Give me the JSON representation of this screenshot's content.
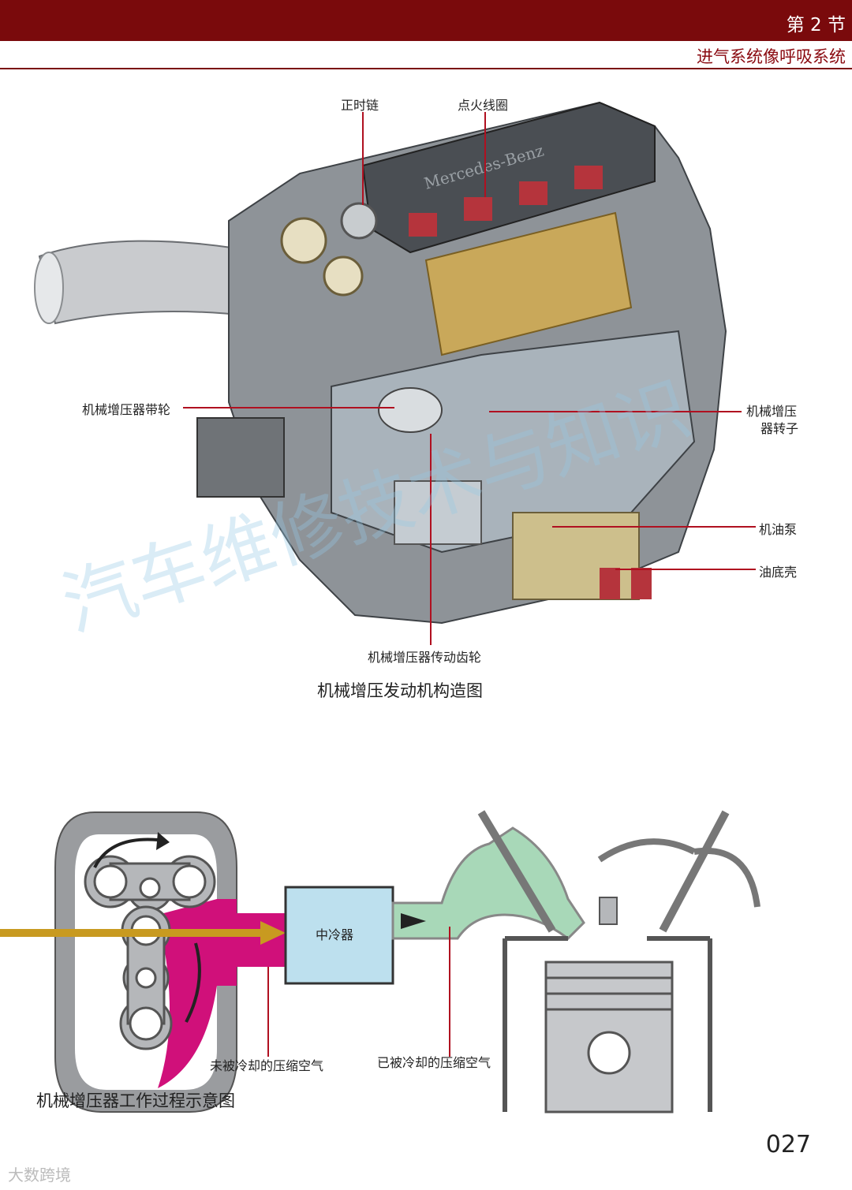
{
  "header": {
    "section": "第 2 节",
    "subtitle": "进气系统像呼吸系统"
  },
  "engine_figure": {
    "caption": "机械增压发动机构造图",
    "brand_text": "Mercedes-Benz",
    "labels": {
      "timing_chain": "正时链",
      "ignition_coil": "点火线圈",
      "sc_pulley": "机械增压器带轮",
      "sc_rotor_line1": "机械增压",
      "sc_rotor_line2": "器转子",
      "oil_pump": "机油泵",
      "oil_pan": "油底壳",
      "sc_drive_gear": "机械增压器传动齿轮"
    }
  },
  "process_figure": {
    "caption": "机械增压器工作过程示意图",
    "intercooler": "中冷器",
    "uncooled_air": "未被冷却的压缩空气",
    "cooled_air": "已被冷却的压缩空气"
  },
  "watermark": "汽车维修技术与知识",
  "brand_mark": "大数跨境",
  "page_number": "027",
  "colors": {
    "header": "#7a0a0c",
    "magenta": "#d0107a",
    "mint": "#a8d8b8",
    "arrow": "#c89a20"
  }
}
